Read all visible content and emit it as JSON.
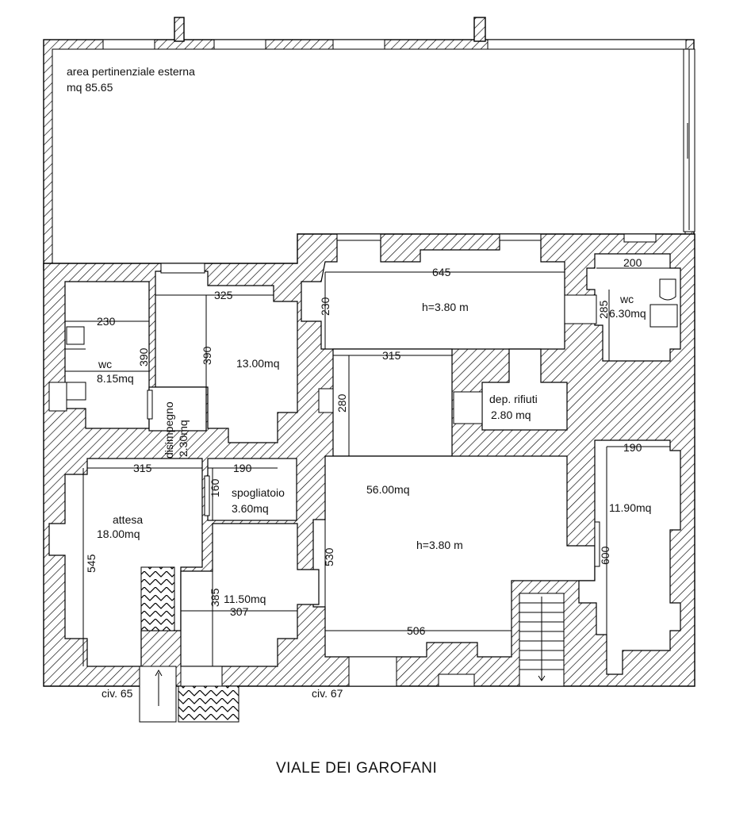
{
  "rooms": {
    "outdoor_area": {
      "name": "area pertinenziale esterna",
      "area": "mq 85.65"
    },
    "wc_left": {
      "name": "wc",
      "area": "8.15mq"
    },
    "office_13": {
      "area": "13.00mq"
    },
    "hall_top": {
      "height": "h=3.80 m"
    },
    "wc_right": {
      "name": "wc",
      "area": "6.30mq"
    },
    "dep_rifiuti": {
      "name": "dep. rifiuti",
      "area": "2.80 mq"
    },
    "disimpegno": {
      "name": "disimpegno",
      "area": "2.30mq"
    },
    "spogliatoio": {
      "name": "spogliatoio",
      "area": "3.60mq"
    },
    "attesa": {
      "name": "attesa",
      "area": "18.00mq"
    },
    "main_hall": {
      "area": "56.00mq",
      "height": "h=3.80 m"
    },
    "room_right": {
      "area": "11.90mq"
    },
    "room_1150": {
      "area": "11.50mq"
    }
  },
  "dimensions": {
    "d230a": "230",
    "d390a": "390",
    "d325": "325",
    "d390b": "390",
    "d645": "645",
    "d230b": "230",
    "d200": "200",
    "d285": "285",
    "d315a": "315",
    "d280": "280",
    "d190a": "190",
    "d160": "160",
    "d315b": "315",
    "d545": "545",
    "d385": "385",
    "d307": "307",
    "d530": "530",
    "d506": "506",
    "d190b": "190",
    "d600": "600"
  },
  "entrances": {
    "civ65": "civ. 65",
    "civ67": "civ. 67"
  },
  "street": "VIALE DEI GAROFANI"
}
